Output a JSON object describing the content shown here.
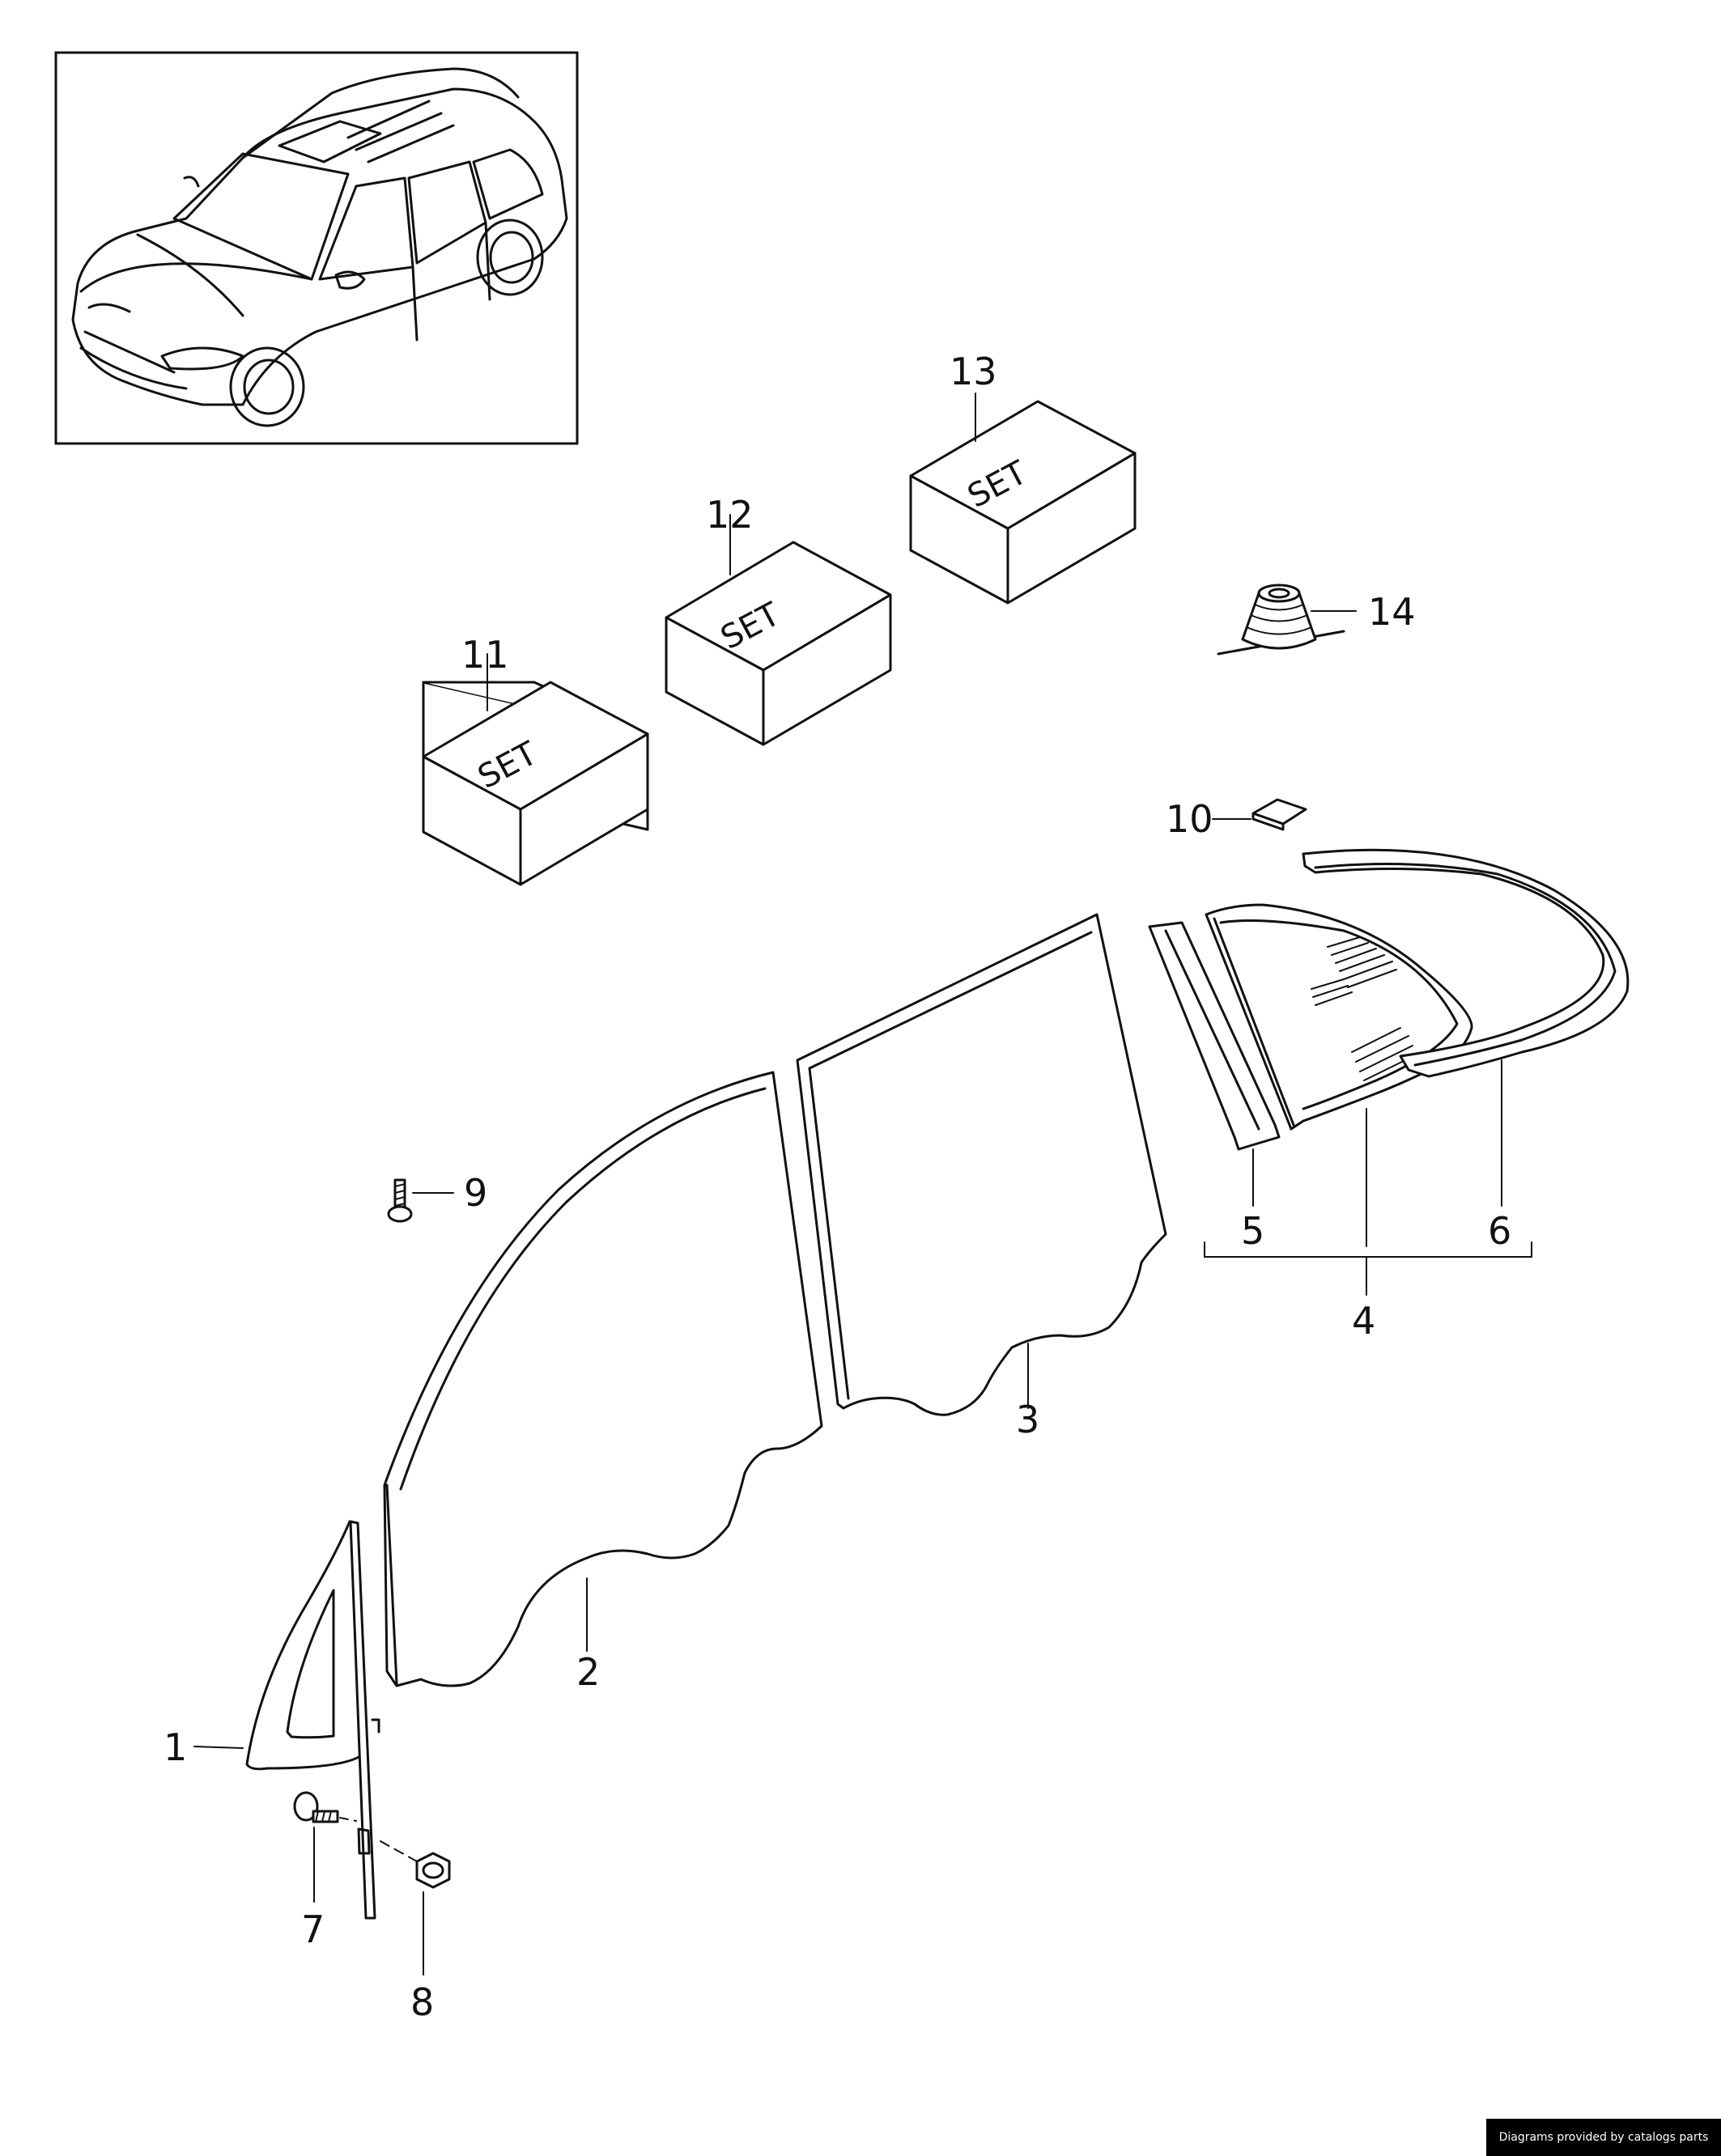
{
  "callouts": {
    "c1": "1",
    "c2": "2",
    "c3": "3",
    "c4": "4",
    "c5": "5",
    "c6": "6",
    "c7": "7",
    "c8": "8",
    "c9": "9",
    "c10": "10",
    "c11": "11",
    "c12": "12",
    "c13": "13",
    "c14": "14"
  },
  "set_boxes": {
    "label": "SET"
  },
  "credit": "Diagrams provided by catalogs parts",
  "colors": {
    "line": "#111111",
    "background": "#ffffff",
    "credit_bg": "#000000",
    "credit_text": "#ffffff"
  }
}
